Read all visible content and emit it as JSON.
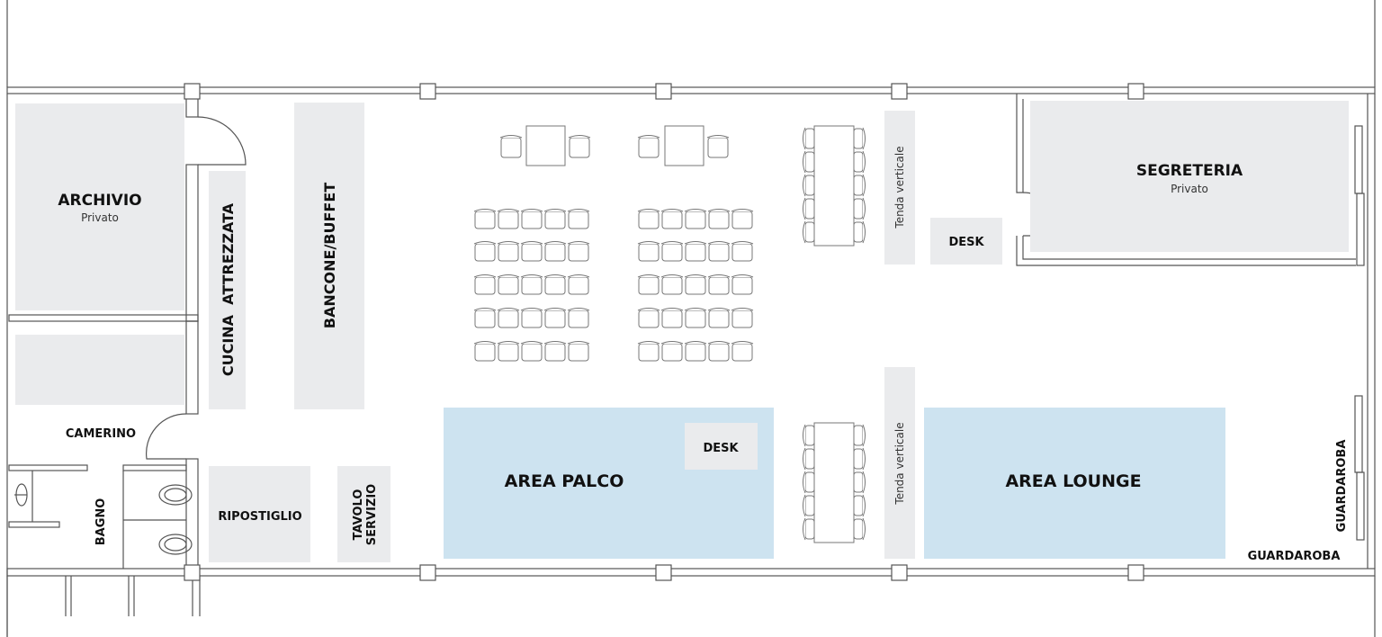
{
  "rooms": {
    "archivio": {
      "title": "ARCHIVIO",
      "subtitle": "Privato"
    },
    "segreteria": {
      "title": "SEGRETERIA",
      "subtitle": "Privato"
    },
    "camerino": "CAMERINO",
    "bagno": "BAGNO",
    "ripostiglio": "RIPOSTIGLIO",
    "tavolo_servizio": [
      "TAVOLO",
      "SERVIZIO"
    ],
    "cucina": "CUCINA  ATTREZZATA",
    "bancone": "BANCONE/BUFFET",
    "tenda_1": "Tenda verticale",
    "tenda_2": "Tenda verticale",
    "desk_1": "DESK",
    "desk_2": "DESK",
    "area_palco": "AREA PALCO",
    "area_lounge": "AREA LOUNGE",
    "guardaroba_vertical": "GUARDAROBA",
    "guardaroba_horizontal": "GUARDAROBA"
  },
  "colors": {
    "room": "#eaebed",
    "stage": "#cde3f0",
    "wall": "#555555"
  }
}
